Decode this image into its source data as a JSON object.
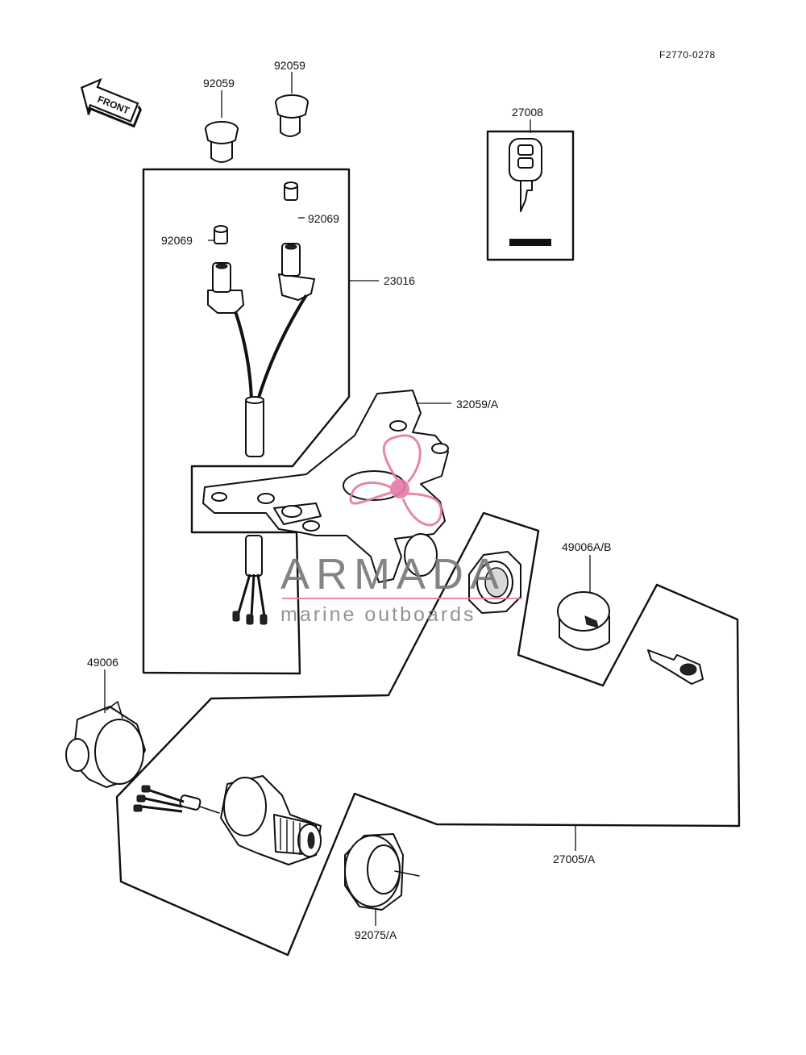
{
  "ref_code": "F2770-0278",
  "front_arrow": "FRONT",
  "watermark": {
    "brand": "ARMADA",
    "tagline": "marine outboards",
    "logo_color": "#e47aa6"
  },
  "callouts": {
    "c1": "92059",
    "c2": "92059",
    "c3": "27008",
    "c4": "92069",
    "c5": "92069",
    "c6": "23016",
    "c7": "32059/A",
    "c8": "49006A/B",
    "c9": "49006",
    "c10": "27005/A",
    "c11": "92075/A"
  }
}
